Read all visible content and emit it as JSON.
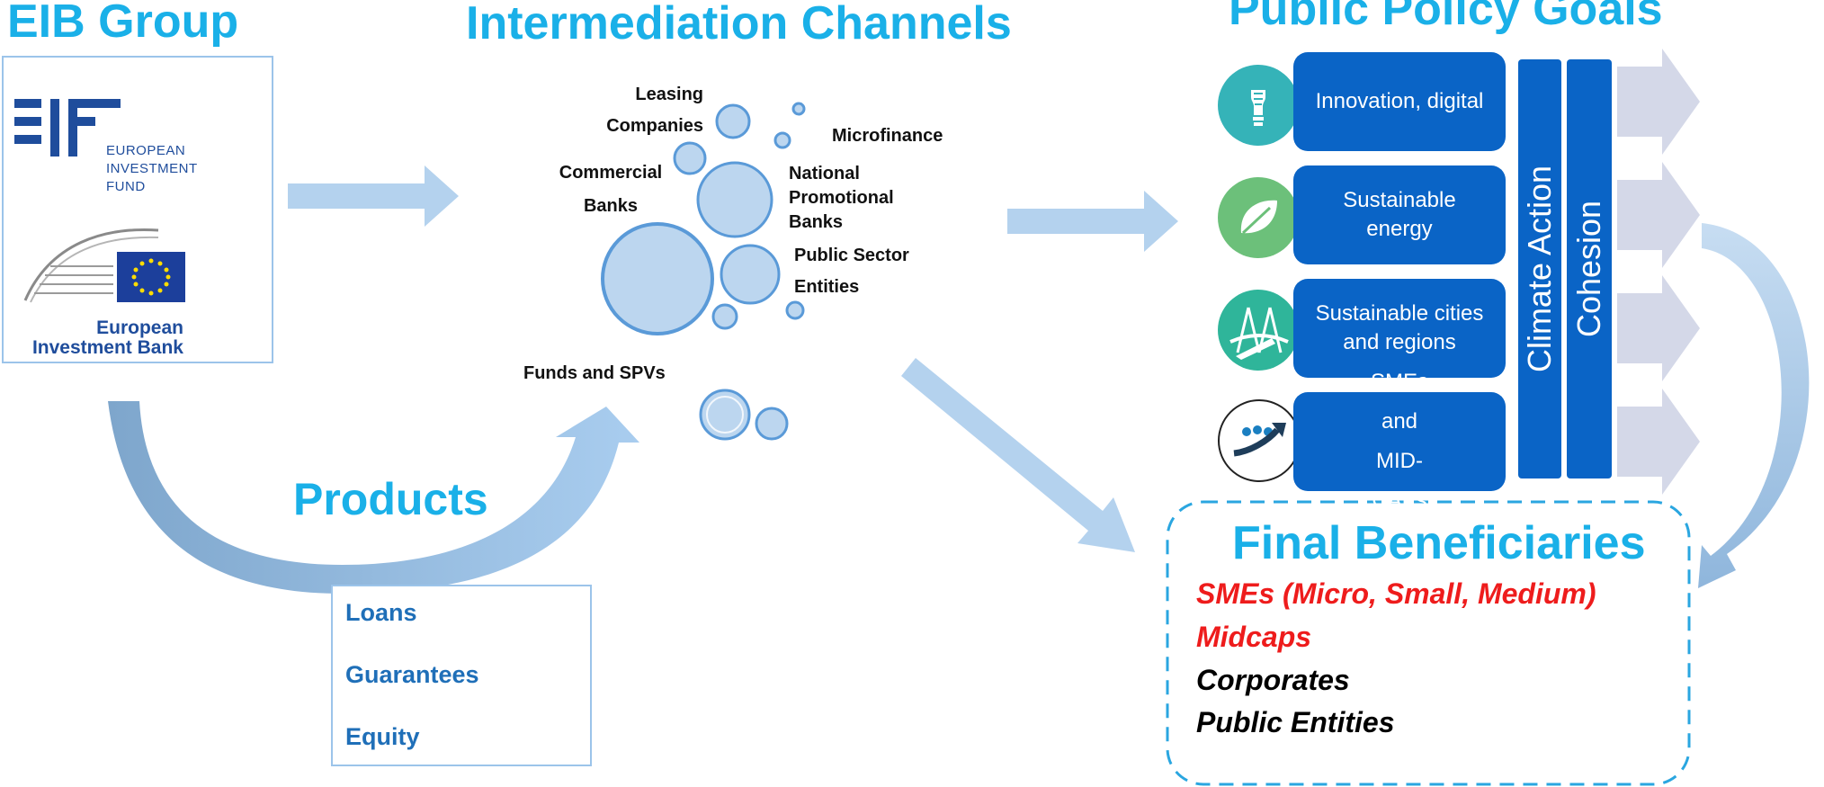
{
  "headings": {
    "eib_group": "EIB Group",
    "channels": "Intermediation Channels",
    "policy": "Public Policy Goals",
    "products": "Products",
    "beneficiaries": "Final Beneficiaries"
  },
  "logos": {
    "eif_lines": [
      "EUROPEAN",
      "INVESTMENT",
      "FUND"
    ],
    "eib_lines": [
      "European",
      "Investment Bank"
    ]
  },
  "channels": {
    "leasing": [
      "Leasing",
      "Companies"
    ],
    "microfinance": "Microfinance",
    "commercial": [
      "Commercial",
      "Banks"
    ],
    "national": [
      "National",
      "Promotional",
      "Banks"
    ],
    "public_sector": [
      "Public Sector",
      "Entities"
    ],
    "funds": "Funds and SPVs"
  },
  "products": [
    "Loans",
    "Guarantees",
    "Equity"
  ],
  "goals": [
    {
      "label": "Innovation, digital",
      "icon": "lightbulb-icon",
      "icon_color": "#35b3b8"
    },
    {
      "label": "Sustainable energy",
      "icon": "leaf-icon",
      "icon_color": "#6cc07a"
    },
    {
      "label": "Sustainable cities and regions",
      "icon": "bridge-icon",
      "icon_color": "#2fb59a"
    },
    {
      "label": "SMEs and MID-CAPs",
      "icon": "growth-arrow-icon",
      "icon_color": "#ffffff"
    }
  ],
  "cross_cutting": [
    "Climate  Action",
    "Cohesion"
  ],
  "beneficiaries": [
    {
      "label": "SMEs (Micro, Small, Medium)",
      "color": "#ee1c1c"
    },
    {
      "label": "Midcaps",
      "color": "#ee1c1c"
    },
    {
      "label": "Corporates",
      "color": "#000000"
    },
    {
      "label": "Public Entities",
      "color": "#000000"
    }
  ],
  "colors": {
    "heading": "#1ab0e8",
    "goal_box": "#0a64c6",
    "arrow": "#b4d2ee",
    "brand_blue": "#1f4d9c"
  }
}
